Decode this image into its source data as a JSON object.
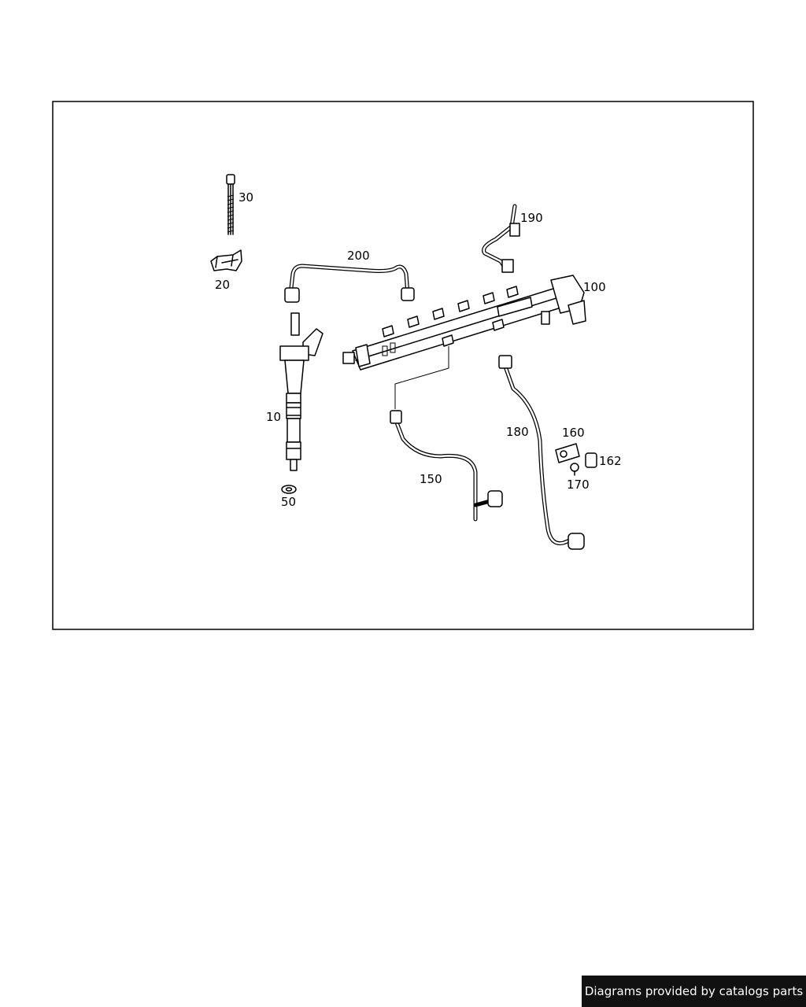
{
  "diagram": {
    "parts": [
      {
        "id": "p10",
        "label": "10",
        "name": "injector"
      },
      {
        "id": "p20",
        "label": "20",
        "name": "clamp"
      },
      {
        "id": "p30",
        "label": "30",
        "name": "bolt"
      },
      {
        "id": "p50",
        "label": "50",
        "name": "washer"
      },
      {
        "id": "p100",
        "label": "100",
        "name": "fuel rail"
      },
      {
        "id": "p150",
        "label": "150",
        "name": "injection line"
      },
      {
        "id": "p160",
        "label": "160",
        "name": "bracket"
      },
      {
        "id": "p162",
        "label": "162",
        "name": "sleeve"
      },
      {
        "id": "p170",
        "label": "170",
        "name": "screw"
      },
      {
        "id": "p180",
        "label": "180",
        "name": "pressure line"
      },
      {
        "id": "p190",
        "label": "190",
        "name": "line"
      },
      {
        "id": "p200",
        "label": "200",
        "name": "line"
      }
    ]
  },
  "footer": {
    "text": "Diagrams provided by catalogs parts",
    "background": "#111111",
    "color": "#ffffff"
  }
}
